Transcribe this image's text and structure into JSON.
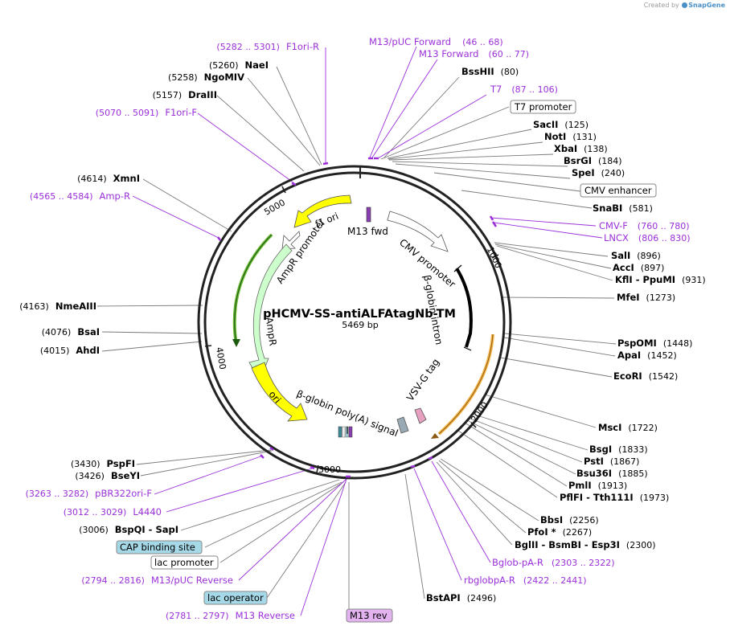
{
  "watermark": {
    "created_by": "Created by",
    "brand": "SnapGene"
  },
  "plasmid": {
    "name": "pHCMV-SS-antiALFAtagNb-TM",
    "size": "5469 bp",
    "ticks": [
      "1000",
      "2000",
      "3000",
      "4000",
      "5000"
    ]
  },
  "features": [
    "M13 fwd",
    "CMV promoter",
    "β-globin intron",
    "VSV-G tag",
    "β-globin poly(A) signal",
    "ori",
    "AmpR",
    "AmpR promoter",
    "f1 ori"
  ],
  "enzymes": [
    {
      "name": "BssHII",
      "pos": "(80)"
    },
    {
      "name": "SacII",
      "pos": "(125)"
    },
    {
      "name": "NotI",
      "pos": "(131)"
    },
    {
      "name": "XbaI",
      "pos": "(138)"
    },
    {
      "name": "BsrGI",
      "pos": "(184)"
    },
    {
      "name": "SpeI",
      "pos": "(240)"
    },
    {
      "name": "SnaBI",
      "pos": "(581)"
    },
    {
      "name": "SalI",
      "pos": "(896)"
    },
    {
      "name": "AccI",
      "pos": "(897)"
    },
    {
      "name": "KflI - PpuMI",
      "pos": "(931)"
    },
    {
      "name": "MfeI",
      "pos": "(1273)"
    },
    {
      "name": "PspOMI",
      "pos": "(1448)"
    },
    {
      "name": "ApaI",
      "pos": "(1452)"
    },
    {
      "name": "EcoRI",
      "pos": "(1542)"
    },
    {
      "name": "MscI",
      "pos": "(1722)"
    },
    {
      "name": "BsgI",
      "pos": "(1833)"
    },
    {
      "name": "PstI",
      "pos": "(1867)"
    },
    {
      "name": "Bsu36I",
      "pos": "(1885)"
    },
    {
      "name": "PmlI",
      "pos": "(1913)"
    },
    {
      "name": "PflFI - Tth111I",
      "pos": "(1973)"
    },
    {
      "name": "BbsI",
      "pos": "(2256)"
    },
    {
      "name": "PfoI *",
      "pos": "(2267)"
    },
    {
      "name": "BglII - BsmBI - Esp3I",
      "pos": "(2300)"
    },
    {
      "name": "BstAPI",
      "pos": "(2496)"
    },
    {
      "name": "BspQI - SapI",
      "pos": "(3006)"
    },
    {
      "name": "BseYI",
      "pos": "(3426)"
    },
    {
      "name": "PspFI",
      "pos": "(3430)"
    },
    {
      "name": "AhdI",
      "pos": "(4015)"
    },
    {
      "name": "BsaI",
      "pos": "(4076)"
    },
    {
      "name": "NmeAIII",
      "pos": "(4163)"
    },
    {
      "name": "XmnI",
      "pos": "(4614)"
    },
    {
      "name": "DraIII",
      "pos": "(5157)"
    },
    {
      "name": "NgoMIV",
      "pos": "(5258)"
    },
    {
      "name": "NaeI",
      "pos": "(5260)"
    }
  ],
  "primers": [
    {
      "name": "M13/pUC Forward",
      "pos": "(46 .. 68)"
    },
    {
      "name": "M13 Forward",
      "pos": "(60 .. 77)"
    },
    {
      "name": "T7",
      "pos": "(87 .. 106)"
    },
    {
      "name": "CMV-F",
      "pos": "(760 .. 780)"
    },
    {
      "name": "LNCX",
      "pos": "(806 .. 830)"
    },
    {
      "name": "Bglob-pA-R",
      "pos": "(2303 .. 2322)"
    },
    {
      "name": "rbglobpA-R",
      "pos": "(2422 .. 2441)"
    },
    {
      "name": "M13 Reverse",
      "pos": "(2781 .. 2797)"
    },
    {
      "name": "M13/pUC Reverse",
      "pos": "(2794 .. 2816)"
    },
    {
      "name": "L4440",
      "pos": "(3012 .. 3029)"
    },
    {
      "name": "pBR322ori-F",
      "pos": "(3263 .. 3282)"
    },
    {
      "name": "Amp-R",
      "pos": "(4565 .. 4584)"
    },
    {
      "name": "F1ori-F",
      "pos": "(5070 .. 5091)"
    },
    {
      "name": "F1ori-R",
      "pos": "(5282 .. 5301)"
    }
  ],
  "boxed_features": [
    {
      "name": "T7 promoter"
    },
    {
      "name": "CMV enhancer"
    },
    {
      "name": "CAP binding site"
    },
    {
      "name": "lac promoter"
    },
    {
      "name": "lac operator"
    },
    {
      "name": "M13 rev"
    }
  ],
  "colors": {
    "primer": "#9b30d9",
    "f1ori": "#ffff00",
    "ori": "#ffff00",
    "ampr": "#ccffcc",
    "promoter": "#ffffff",
    "cap": "#a6d9e8",
    "lacop": "#a6d9e8",
    "m13rev": "#e3b3f0",
    "vsvg": "#e8a0c0",
    "polya": "#99aab5",
    "orange_feature": "#f5b54a"
  }
}
